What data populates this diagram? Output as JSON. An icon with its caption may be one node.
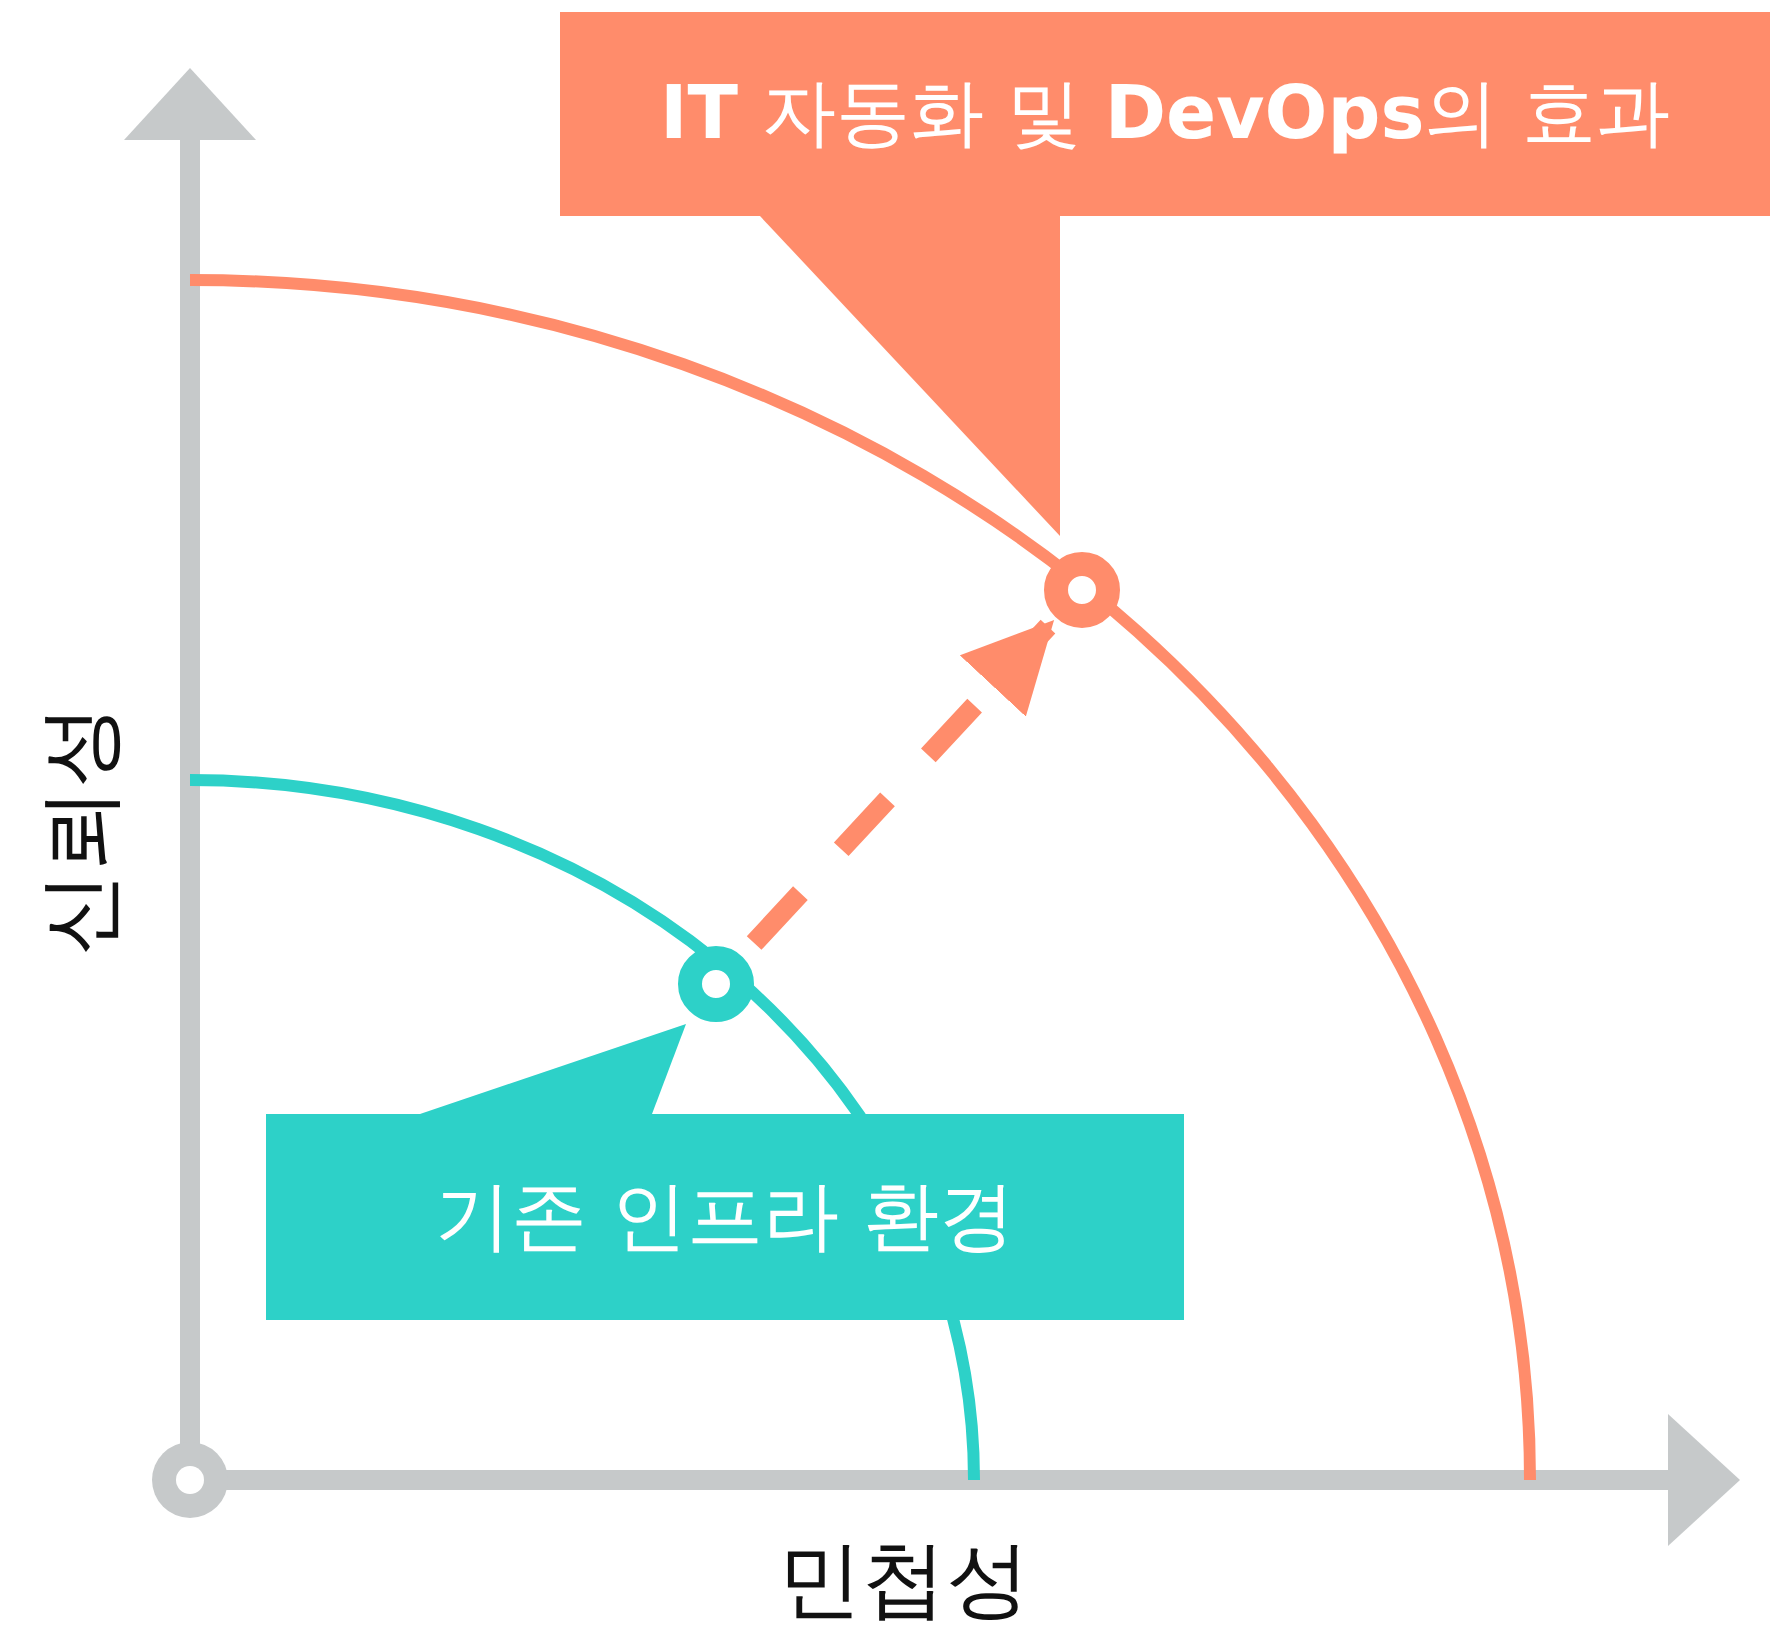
{
  "diagram": {
    "nodes": [
      {
        "text": [
          "**IT** 자동화 및 **DevOps**의 효과"
        ]
      },
      {
        "text": [],
        "shape": "circle"
      },
      {
        "text": [],
        "shape": "circle"
      },
      {
        "text": [
          "기존 인프라 환경"
        ]
      }
    ],
    "edges": [
      {
        "from": 2,
        "to": 1,
        "arrow": "to",
        "style": "dashed"
      }
    ],
    "labels": [
      "신뢰성",
      "민첩성"
    ]
  }
}
